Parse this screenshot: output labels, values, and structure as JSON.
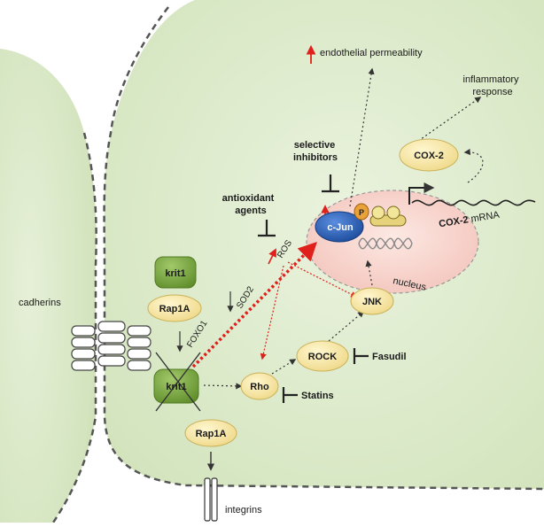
{
  "labels": {
    "endothelial_permeability": "endothelial permeability",
    "inflammatory_line1": "inflammatory",
    "inflammatory_line2": "response",
    "cox2": "COX-2",
    "selective_line1": "selective",
    "selective_line2": "inhibitors",
    "antioxidant_line1": "antioxidant",
    "antioxidant_line2": "agents",
    "cjun": "c-Jun",
    "phospho": "P",
    "cox2_mrna_bold": "COX-2",
    "cox2_mrna_rest": " mRNA",
    "nucleus": "nucleus",
    "ros": "ROS",
    "sod2": "SOD2",
    "foxo1": "FOXO1",
    "krit1_top": "krit1",
    "rap1a_top": "Rap1A",
    "cadherins": "cadherins",
    "jnk": "JNK",
    "rock": "ROCK",
    "fasudil": "Fasudil",
    "krit1_bottom": "krit1",
    "rho": "Rho",
    "statins": "Statins",
    "rap1a_bottom": "Rap1A",
    "integrins": "integrins"
  },
  "colors": {
    "cell_fill": "#dfeccd",
    "nucleus_fill": "#f7d2cc",
    "node_fill": "#f7e7a6",
    "krit1_fill": "#7aa83a",
    "cjun_fill": "#2f63b8",
    "red_arrow": "#e0201b",
    "dark": "#222222"
  }
}
